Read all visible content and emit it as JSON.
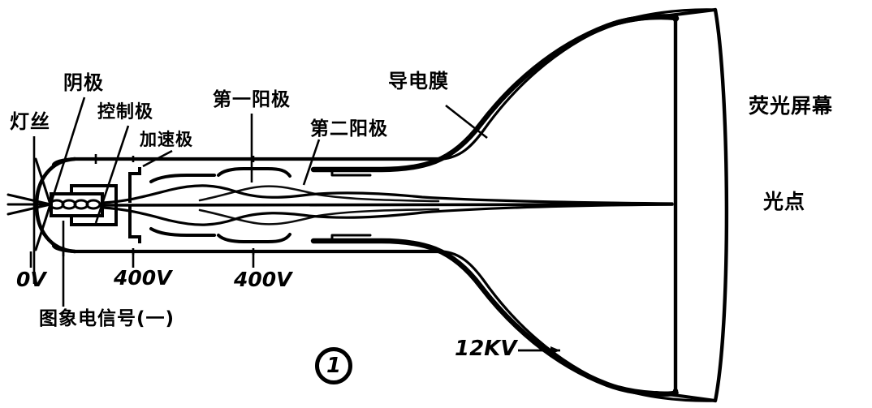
{
  "figure": {
    "title": "CRT (cathode ray tube) cross-section diagram",
    "number": "1",
    "ink_color": "#000000",
    "background_color": "#ffffff"
  },
  "labels": {
    "filament": "灯丝",
    "cathode": "阴极",
    "control_grid": "控制极",
    "accelerating_electrode": "加速极",
    "first_anode": "第一阳极",
    "second_anode": "第二阳极",
    "conductive_coating": "导电膜",
    "fluorescent_screen": "荧光屏幕",
    "light_spot": "光点"
  },
  "voltages": {
    "filament_volt": "0V",
    "grid_volt": "400V",
    "first_anode_volt": "400V",
    "coating_volt": "12KV"
  },
  "signal": {
    "video_signal": "图象电信号(一)"
  }
}
